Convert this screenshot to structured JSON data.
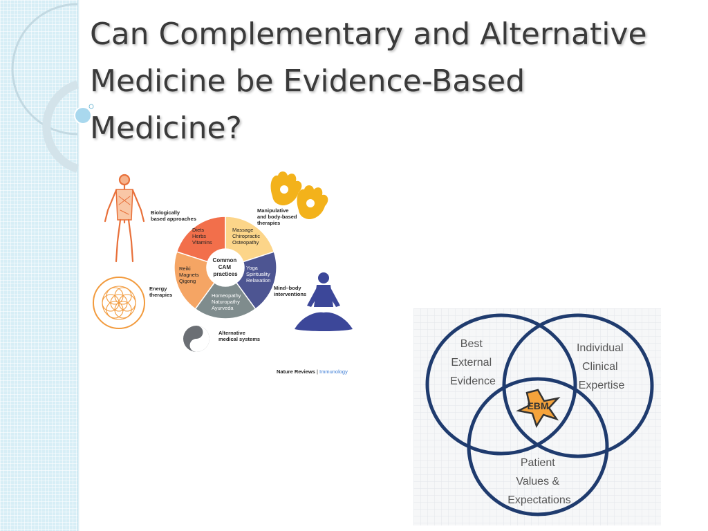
{
  "slide": {
    "title_lines": [
      "Can Complementary and Alternative",
      "Medicine be Evidence-Based",
      "Medicine?"
    ]
  },
  "cam_figure": {
    "center": [
      "Common",
      "CAM",
      "practices"
    ],
    "wheel_segments": [
      {
        "lines": [
          "Diets",
          "Herbs",
          "Vitamins"
        ],
        "color": "#f26f4b"
      },
      {
        "lines": [
          "Massage",
          "Chiropractic",
          "Osteopathy"
        ],
        "color": "#fcd589"
      },
      {
        "lines": [
          "Yoga",
          "Spirituality",
          "Relaxation"
        ],
        "color": "#4d5592"
      },
      {
        "lines": [
          "Homeopathy",
          "Naturopathy",
          "Ayurveda"
        ],
        "color": "#7f8c8d"
      },
      {
        "lines": [
          "Reiki",
          "Magnets",
          "Qigong"
        ],
        "color": "#f5a564"
      }
    ],
    "categories": [
      {
        "lines": [
          "Biologically",
          "based approaches"
        ]
      },
      {
        "lines": [
          "Manipulative",
          "and body-based",
          "therapies"
        ]
      },
      {
        "lines": [
          "Mind–body",
          "interventions"
        ]
      },
      {
        "lines": [
          "Alternative",
          "medical systems"
        ]
      },
      {
        "lines": [
          "Energy",
          "therapies"
        ]
      }
    ],
    "credit": {
      "journal": "Nature Reviews",
      "separator": " | ",
      "section": "Immunology"
    },
    "colors": {
      "credit_section": "#3a7bd5",
      "body_figure": "#e8703a",
      "hands": "#f3b21b",
      "meditation": "#3c4799"
    }
  },
  "ebm_figure": {
    "circles": [
      {
        "lines": [
          "Best",
          "External",
          "Evidence"
        ]
      },
      {
        "lines": [
          "Individual",
          "Clinical",
          "Expertise"
        ]
      },
      {
        "lines": [
          "Patient",
          "Values &",
          "Expectations"
        ]
      }
    ],
    "center_label": "EBM",
    "colors": {
      "circle_stroke": "#1f3b6e",
      "star_fill": "#f5a33b",
      "text": "#555555"
    }
  }
}
